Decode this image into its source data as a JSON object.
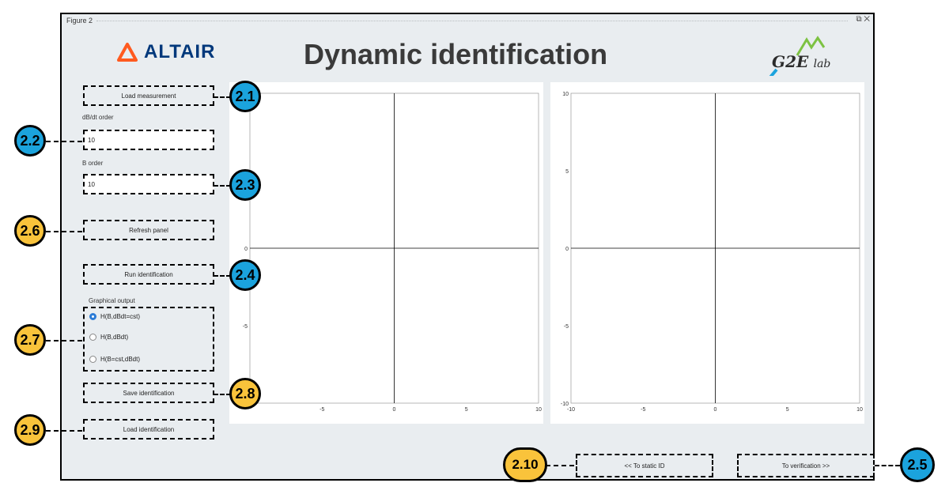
{
  "window": {
    "title": "Figure 2",
    "controls": "⧉ ✕"
  },
  "header": {
    "title": "Dynamic identification",
    "altair_logo_text": "ALTAIR",
    "g2e_logo_text": "G2E",
    "g2e_logo_lab": "lab"
  },
  "panel": {
    "load_measurement": "Load measurement",
    "dbdt_order_label": "dB/dt order",
    "dbdt_order_value": "10",
    "b_order_label": "B order",
    "b_order_value": "10",
    "refresh_panel": "Refresh panel",
    "run_identification": "Run identification",
    "graphical_output_label": "Graphical output",
    "options": [
      "H(B,dBdt=cst)",
      "H(B,dBdt)",
      "H(B=cst,dBdt)"
    ],
    "selected_option": "H(B,dBdt=cst)",
    "save_identification": "Save identification",
    "load_identification": "Load identification"
  },
  "footer": {
    "to_static": "<< To static ID",
    "to_verification": "To verification >>"
  },
  "markers": {
    "m2_1": "2.1",
    "m2_2": "2.2",
    "m2_3": "2.3",
    "m2_4": "2.4",
    "m2_5": "2.5",
    "m2_6": "2.6",
    "m2_7": "2.7",
    "m2_8": "2.8",
    "m2_9": "2.9",
    "m2_10": "2.10"
  },
  "chart_data": [
    {
      "type": "line",
      "series": [],
      "xlim": [
        -10,
        10
      ],
      "ylim": [
        -10,
        10
      ],
      "x_ticks": [
        "-5",
        "0",
        "5",
        "10"
      ],
      "y_ticks": [
        "0",
        "-5"
      ]
    },
    {
      "type": "line",
      "series": [],
      "xlim": [
        -10,
        10
      ],
      "ylim": [
        -10,
        10
      ],
      "x_ticks": [
        "-10",
        "-5",
        "0",
        "5",
        "10"
      ],
      "y_ticks": [
        "10",
        "5",
        "0",
        "-5",
        "-10"
      ]
    }
  ],
  "colors": {
    "accent_blue": "#1ba3dd",
    "accent_yellow": "#f9c33b",
    "altair_orange": "#ff5a1f",
    "altair_blue": "#00387b"
  }
}
